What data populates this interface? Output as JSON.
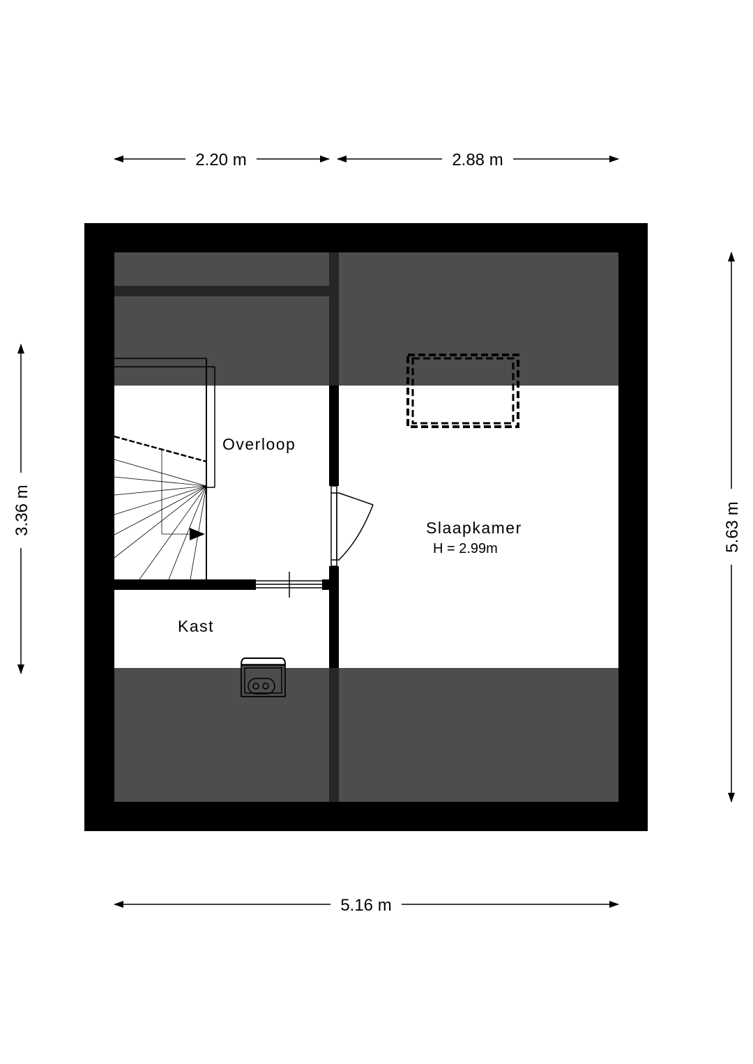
{
  "dimensions": {
    "top_left": "2.20 m",
    "top_right": "2.88 m",
    "bottom": "5.16 m",
    "left": "3.36 m",
    "right": "5.63 m"
  },
  "rooms": {
    "overloop": "Overloop",
    "slaapkamer": "Slaapkamer",
    "slaapkamer_height": "H = 2.99m",
    "kast": "Kast"
  },
  "colors": {
    "wall": "#000000",
    "low_ceiling_zone": "#4d4d4d",
    "floor": "#ffffff"
  }
}
